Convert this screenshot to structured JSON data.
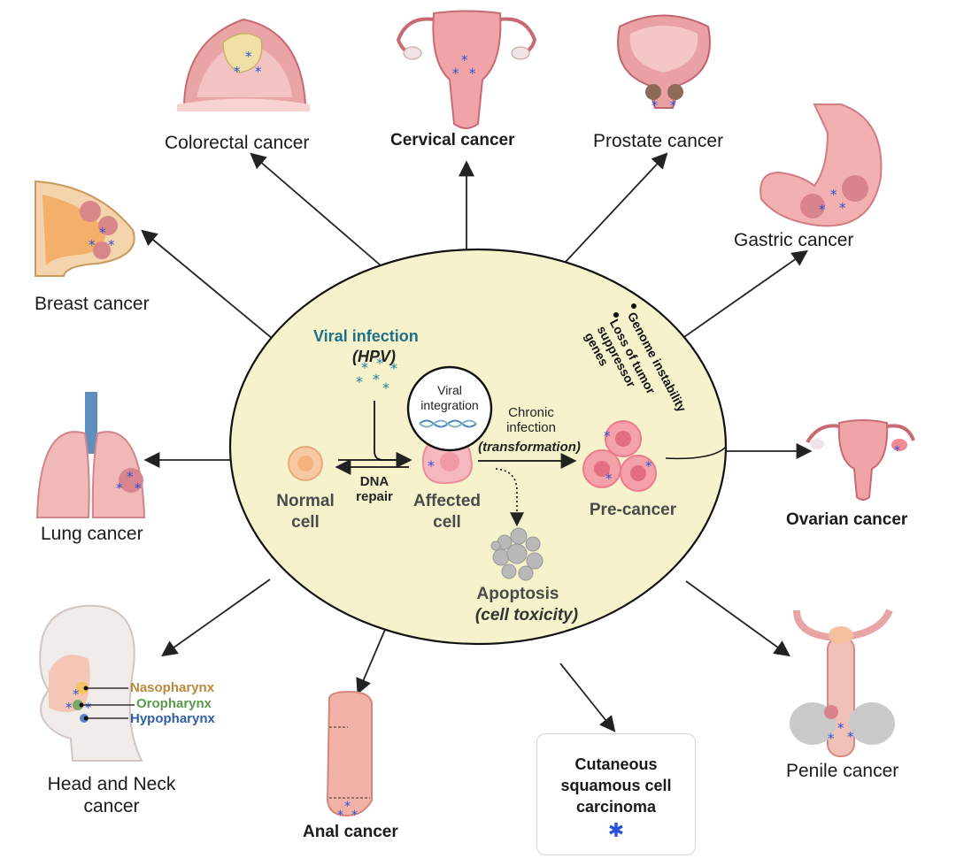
{
  "center": {
    "viral_infection": "Viral infection",
    "hpv": "(HPV)",
    "viral_integration": "Viral integration",
    "chronic_infection": "Chronic infection",
    "transformation": "(transformation)",
    "dna_repair": "DNA repair",
    "normal_cell": "Normal cell",
    "affected_cell": "Affected cell",
    "pre_cancer": "Pre-cancer",
    "apoptosis": "Apoptosis",
    "cell_toxicity": "(cell toxicity)",
    "bullets": [
      "Genome instability",
      "Loss of tumor suppressor genes"
    ]
  },
  "cancers": {
    "colorectal": "Colorectal cancer",
    "cervical": "Cervical cancer",
    "prostate": "Prostate cancer",
    "gastric": "Gastric cancer",
    "breast": "Breast cancer",
    "lung": "Lung cancer",
    "ovarian": "Ovarian cancer",
    "head_neck": "Head and Neck cancer",
    "anal": "Anal cancer",
    "scc": "Cutaneous squamous cell carcinoma",
    "penile": "Penile cancer"
  },
  "pharynx": {
    "naso": "Nasopharynx",
    "oro": "Oropharynx",
    "hypo": "Hypopharynx"
  },
  "colors": {
    "ellipse_fill": "#f6f2cc",
    "viral_text": "#1f6f8b",
    "hpv_star": "#1f7fa0",
    "marker_star": "#2a52d9",
    "naso": "#b98a3c",
    "oro": "#5a9a4a",
    "hypo": "#2f5ea8"
  }
}
